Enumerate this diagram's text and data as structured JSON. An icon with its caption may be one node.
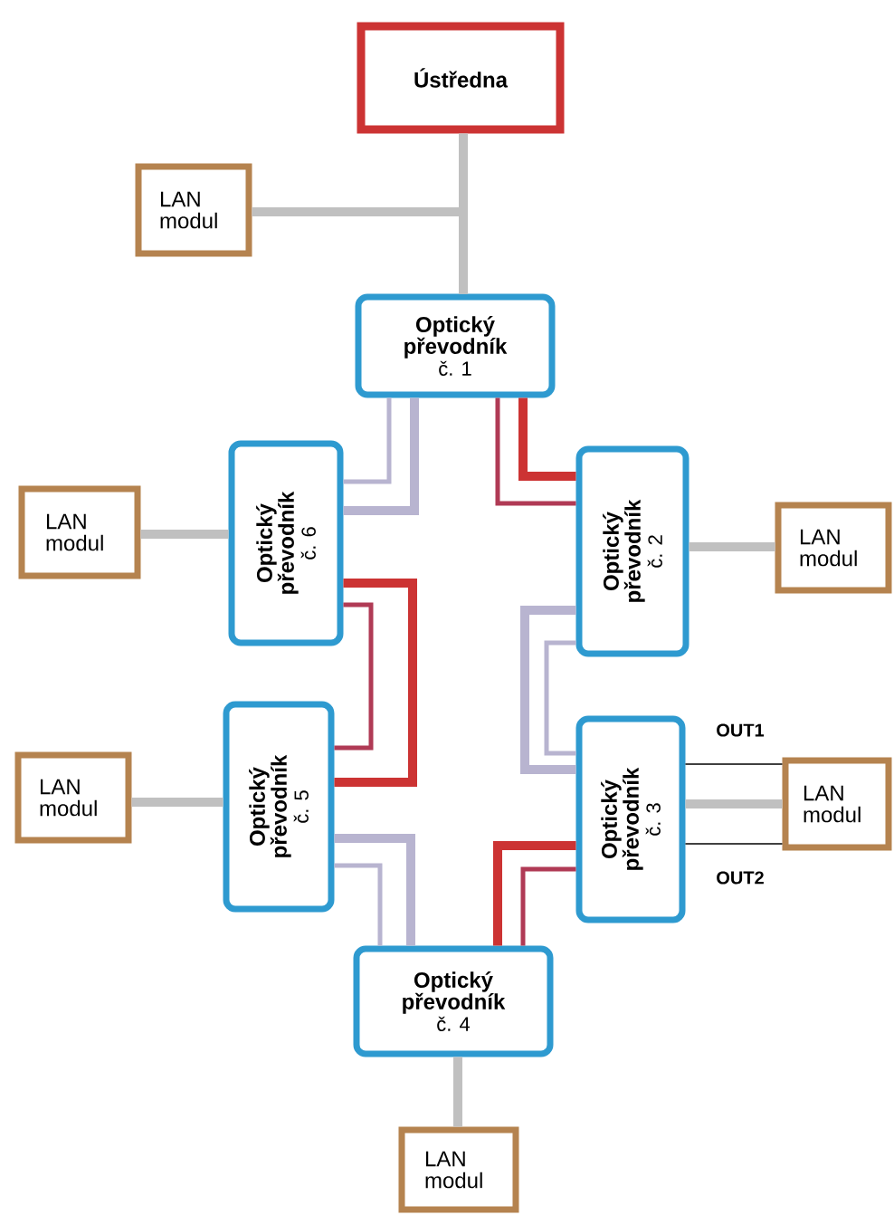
{
  "diagram": {
    "nodes": [
      {
        "text": [
          "Ústředna"
        ]
      },
      {
        "text": [
          "LAN modul"
        ]
      },
      {
        "text": [
          "Optický převodník",
          "č. 1"
        ]
      },
      {
        "text": [
          "Optický převodník",
          "č. 6"
        ]
      },
      {
        "text": [
          "LAN modul"
        ]
      },
      {
        "text": [
          "Optický převodník",
          "č. 2"
        ]
      },
      {
        "text": [
          "LAN modul"
        ]
      },
      {
        "text": [
          "Optický převodník",
          "č. 5"
        ]
      },
      {
        "text": [
          "LAN modul"
        ]
      },
      {
        "text": [
          "Optický převodník",
          "č. 3"
        ]
      },
      {
        "text": [
          "LAN modul"
        ]
      },
      {
        "text": [
          "Optický převodník",
          "č. 4"
        ]
      },
      {
        "text": [
          "LAN modul"
        ]
      }
    ],
    "edges": [
      {
        "from": 0,
        "to": 2,
        "arrow": "none"
      },
      {
        "from": 1,
        "to": 2,
        "arrow": "none"
      },
      {
        "from": 2,
        "to": 3,
        "arrow": "none",
        "color": "#b8b4d0"
      },
      {
        "from": 2,
        "to": 3,
        "arrow": "none",
        "color": "#b8b4d0"
      },
      {
        "from": 2,
        "to": 5,
        "arrow": "none",
        "color": "#cc3333"
      },
      {
        "from": 2,
        "to": 5,
        "arrow": "none",
        "color": "#b03a55"
      },
      {
        "from": 4,
        "to": 3,
        "arrow": "none"
      },
      {
        "from": 3,
        "to": 7,
        "arrow": "none",
        "color": "#cc3333"
      },
      {
        "from": 3,
        "to": 7,
        "arrow": "none",
        "color": "#b03a55"
      },
      {
        "from": 5,
        "to": 6,
        "arrow": "none"
      },
      {
        "from": 5,
        "to": 9,
        "arrow": "none",
        "color": "#b8b4d0"
      },
      {
        "from": 5,
        "to": 9,
        "arrow": "none",
        "color": "#b8b4d0"
      },
      {
        "from": 8,
        "to": 7,
        "arrow": "none"
      },
      {
        "from": 9,
        "to": 10,
        "arrow": "none"
      },
      {
        "from": 9,
        "to": 10,
        "arrow": "none",
        "color": "#000000",
        "label": "OUT1"
      },
      {
        "from": 9,
        "to": 10,
        "arrow": "none",
        "color": "#000000",
        "label": "OUT2"
      },
      {
        "from": 7,
        "to": 11,
        "arrow": "none",
        "color": "#b8b4d0"
      },
      {
        "from": 7,
        "to": 11,
        "arrow": "none",
        "color": "#b8b4d0"
      },
      {
        "from": 9,
        "to": 11,
        "arrow": "none",
        "color": "#cc3333"
      },
      {
        "from": 9,
        "to": 11,
        "arrow": "none",
        "color": "#b03a55"
      },
      {
        "from": 11,
        "to": 12,
        "arrow": "none"
      }
    ]
  }
}
